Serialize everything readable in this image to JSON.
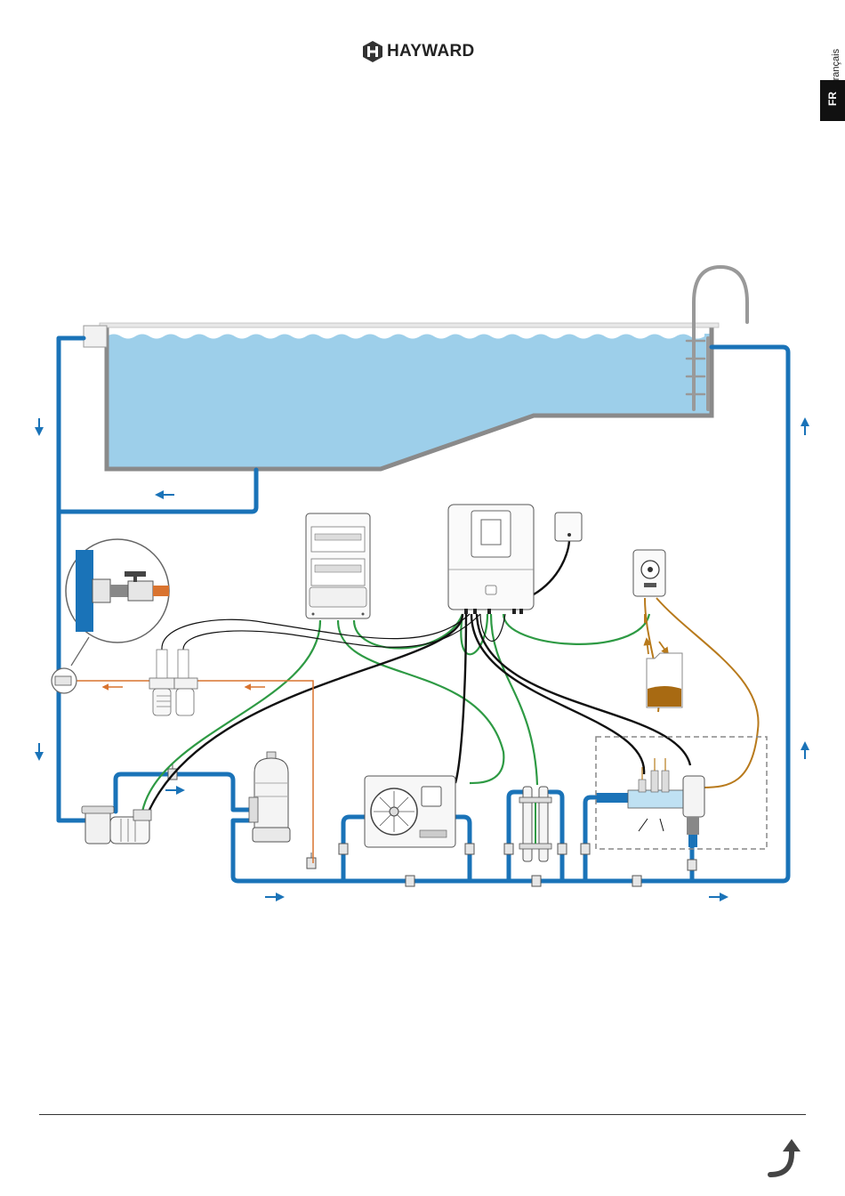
{
  "header": {
    "brand": "HAYWARD",
    "brand_mark": "R"
  },
  "language_tab": {
    "language": "Français",
    "code": "FR"
  },
  "icons": {
    "logo": "hayward-h-logo-icon",
    "page_turn": "curved-arrow-next-page-icon"
  },
  "colors": {
    "water": "#9dcfea",
    "pool_wall": "#8a8a8a",
    "water_pipe": "#1a73b8",
    "cable_green": "#2e9a44",
    "cable_black": "#111111",
    "chemical_line": "#b87a1c",
    "sample_line": "#d9732f",
    "chemical_liquid": "#a86a12"
  }
}
